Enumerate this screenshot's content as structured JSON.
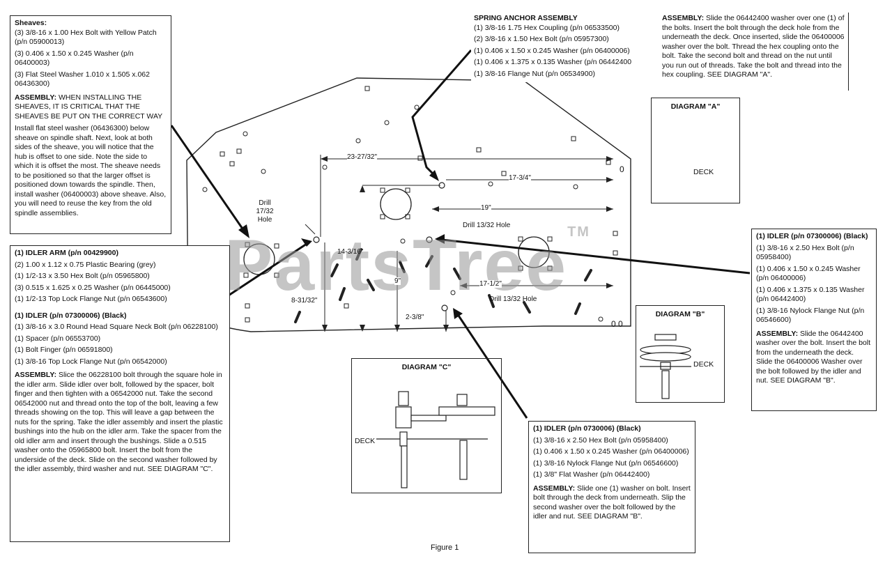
{
  "sheaves": {
    "title": "Sheaves:",
    "lines": [
      "(3) 3/8-16 x 1.00 Hex Bolt with Yellow Patch (p/n 05900013)",
      "(3) 0.406 x 1.50 x 0.245 Washer (p/n 06400003)",
      "(3) Flat Steel Washer 1.010 x 1.505 x.062 06436300)"
    ],
    "assembly_label": "ASSEMBLY:",
    "assembly_caps": "WHEN INSTALLING THE SHEAVES, IT IS CRITICAL THAT THE SHEAVES BE PUT ON THE CORRECT WAY",
    "assembly_text": "Install flat steel washer (06436300) below sheave on spindle shaft. Next, look at both sides of the sheave, you will notice that the hub is offset to one side. Note the side to which it is offset the most. The sheave needs to be positioned so that the larger offset is positioned down towards the spindle. Then, install washer (06400003) above sheave. Also, you will need to reuse the key from the old spindle assemblies."
  },
  "spring_anchor": {
    "title": "SPRING ANCHOR ASSEMBLY",
    "lines": [
      "(1) 3/8-16 1.75 Hex Coupling (p/n 06533500)",
      "(2) 3/8-16 x 1.50 Hex Bolt (p/n 05957300)",
      "(1) 0.406 x 1.50 x 0.245 Washer (p/n 06400006)",
      "(1) 0.406 x 1.375 x 0.135 Washer (p/n 06442400",
      "(1) 3/8-16 Flange Nut (p/n 06534900)"
    ]
  },
  "spring_anchor_assembly": {
    "label": "ASSEMBLY:",
    "text": "Slide the 06442400 washer over one (1) of the bolts. Insert the bolt through the deck hole from the underneath the deck. Once inserted, slide the 06400006 washer over the bolt. Thread the hex coupling onto the bolt. Take the second bolt and thread on the nut until you run out of threads. Take the bolt and thread into the hex coupling. SEE DIAGRAM \"A\"."
  },
  "idler_arm": {
    "title": "(1) IDLER ARM (p/n 00429900)",
    "lines": [
      "(2) 1.00 x 1.12 x 0.75 Plastic Bearing (grey)",
      "(1) 1/2-13 x 3.50 Hex Bolt (p/n 05965800)",
      "(3) 0.515 x 1.625 x 0.25 Washer (p/n 06445000)",
      "(1) 1/2-13 Top Lock Flange Nut (p/n 06543600)"
    ],
    "idler_title": "(1) IDLER (p/n 07300006) (Black)",
    "idler_lines": [
      "(1) 3/8-16 x 3.0 Round Head Square Neck Bolt (p/n 06228100)",
      "(1) Spacer (p/n 06553700)",
      "(1) Bolt Finger (p/n 06591800)",
      "(1) 3/8-16 Top Lock Flange Nut (p/n 06542000)"
    ],
    "assembly_label": "ASSEMBLY:",
    "assembly_text": "Slice the 06228100 bolt through the square hole in the idler arm. Slide idler over bolt, followed by the spacer, bolt finger and then tighten with a 06542000 nut. Take the second 06542000 nut and thread onto the top of the bolt, leaving a few threads showing on the top. This will leave a gap between the nuts for the spring. Take the idler assembly and insert the plastic bushings into the hub on the idler arm. Take the spacer from the old idler arm and insert through the bushings. Slide a 0.515 washer onto the 05965800 bolt. Insert the bolt from the underside of the deck. Slide on the second washer followed by the idler assembly, third washer and nut. SEE DIAGRAM \"C\"."
  },
  "idler_right": {
    "title": "(1) IDLER (p/n 07300006) (Black)",
    "lines": [
      "(1) 3/8-16 x 2.50 Hex Bolt (p/n 05958400)",
      "(1) 0.406 x 1.50 x 0.245 Washer (p/n 06400006)",
      "(1) 0.406 x 1.375 x 0.135 Washer (p/n 06442400)",
      "(1) 3/8-16 Nylock Flange Nut (p/n 06546600)"
    ],
    "assembly_label": "ASSEMBLY:",
    "assembly_text": "Slide the 06442400 washer over the bolt. Insert the bolt from the underneath the deck. Slide the 06400006 Washer over the bolt followed by the idler and nut. SEE DIAGRAM \"B\"."
  },
  "idler_bottom": {
    "title": "(1) IDLER (p/n 0730006) (Black)",
    "lines": [
      "(1) 3/8-16 x 2.50 Hex Bolt (p/n 05958400)",
      "(1) 0.406 x 1.50 x 0.245 Washer (p/n 06400006)",
      "(1) 3/8-16 Nylock Flange Nut (p/n 06546600)",
      "(1) 3/8\" Flat Washer (p/n 06442400)"
    ],
    "assembly_label": "ASSEMBLY:",
    "assembly_text": "Slide one (1) washer on bolt. Insert bolt through the deck from underneath. Slip the second washer over the bolt followed by the idler and nut. SEE DIAGRAM \"B\"."
  },
  "diagrams": {
    "a_title": "DIAGRAM \"A\"",
    "b_title": "DIAGRAM \"B\"",
    "c_title": "DIAGRAM \"C\"",
    "deck_label": "DECK"
  },
  "dimensions": {
    "d1": "23-27/32\"",
    "d2": "17-3/4\"",
    "d3": "19\"",
    "d4": "14-3/16\"",
    "d5": "9\"",
    "d6": "8-31/32\"",
    "d7": "17-1/2\"",
    "d8": "2-3/8\"",
    "drill1": "Drill 17/32 Hole",
    "drill2": "Drill 13/32 Hole",
    "drill3": "Drill 13/32 Hole",
    "marker_top": "0",
    "marker_bottom": "0 0"
  },
  "watermark": "PartsTree",
  "trademark": "TM",
  "figure_caption": "Figure 1"
}
